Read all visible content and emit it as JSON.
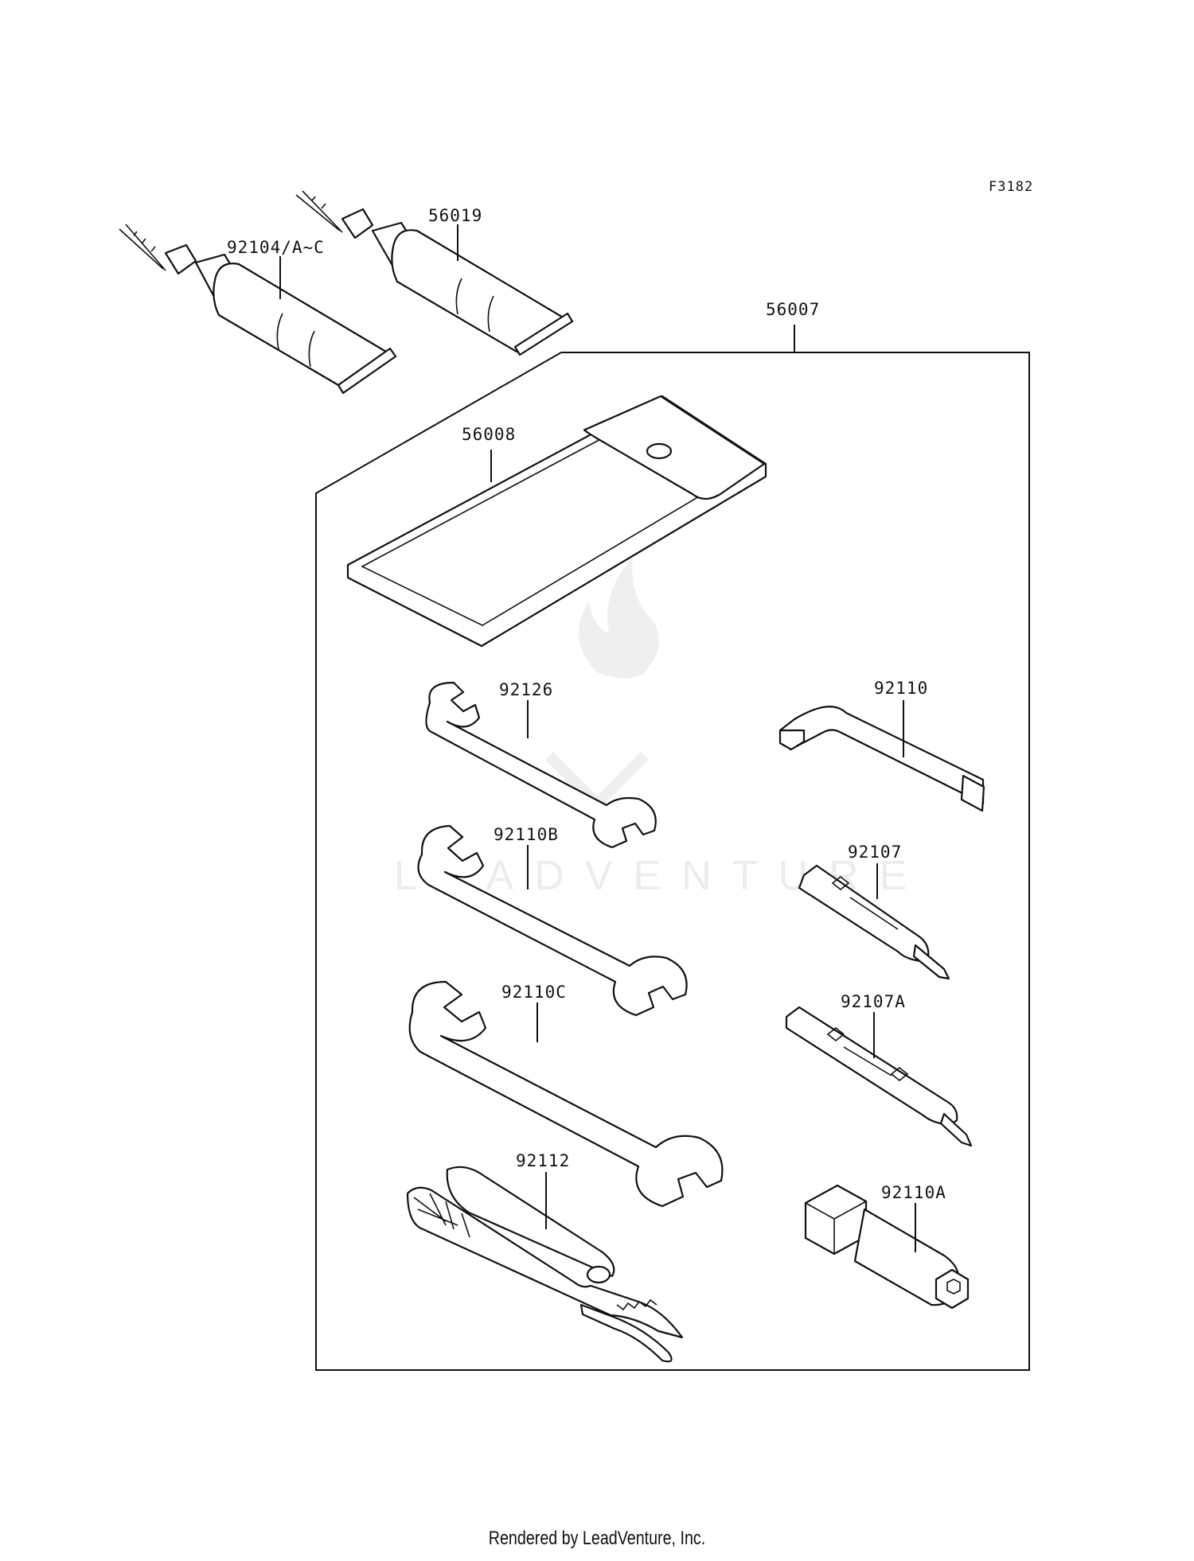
{
  "diagram": {
    "code": "F3182",
    "watermark": "LEADVENTURE",
    "labels": {
      "tube_a": "92104/A~C",
      "tube_b": "56019",
      "kit": "56007",
      "pouch": "56008",
      "wrench_small": "92126",
      "wrench_mid": "92110B",
      "wrench_large": "92110C",
      "pliers": "92112",
      "hex_key": "92110",
      "driver_a": "92107",
      "driver_b": "92107A",
      "socket": "92110A"
    }
  },
  "footer": {
    "text": "Rendered by LeadVenture, Inc."
  }
}
